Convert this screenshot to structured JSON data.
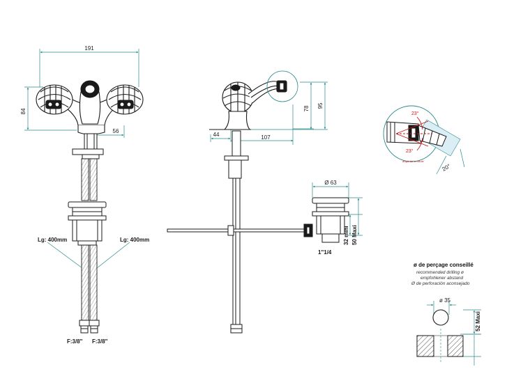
{
  "front_view": {
    "width_dim": "191",
    "height_dim": "84",
    "spout_dim": "56",
    "hose_left": "Lg: 400mm",
    "hose_right": "Lg: 400mm",
    "conn_left": "F:3/8\"",
    "conn_right": "F:3/8\""
  },
  "side_view": {
    "dim_44": "44",
    "dim_107": "107",
    "dim_78": "78",
    "dim_95": "95"
  },
  "detail": {
    "angle_top": "23°",
    "angle_bottom": "23°",
    "angle_caption": "angle de la rotule",
    "dim_20": "20°"
  },
  "waste": {
    "diameter": "Ø 63",
    "range_min": "32 mini",
    "range_max": "50 Maxi",
    "thread": "1\"1/4"
  },
  "drilling": {
    "title": "ø de perçage conseillé",
    "line_en": "recommended drilling ø",
    "line_de": "empfohlener abstand",
    "line_es": "Ø de perforación aconsejado",
    "hole_dim": "ø 35",
    "max_thickness": "52 Maxi"
  },
  "colors": {
    "line": "#1a1a1a",
    "dimension": "#2a8a8a",
    "highlight": "#d01010",
    "panel": "#dbeef5"
  }
}
